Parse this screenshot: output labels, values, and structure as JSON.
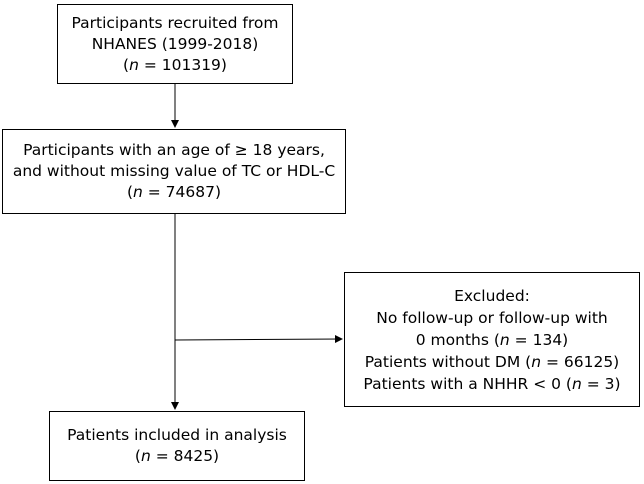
{
  "flowchart": {
    "recruited": {
      "line1": "Participants recruited from",
      "line2": "NHANES (1999-2018)",
      "count_prefix": "(",
      "count_n": "n",
      "count_value": " = 101319)"
    },
    "age_filter": {
      "line1": "Participants with an age of ≥ 18 years,",
      "line2": "and without missing value of TC or HDL-C",
      "count_prefix": "(",
      "count_n": "n",
      "count_value": " = 74687)"
    },
    "excluded": {
      "heading": "Excluded:",
      "item1_line1": "No follow-up or follow-up with",
      "item1_line2_prefix": "0 months (",
      "item1_n": "n",
      "item1_value": " = 134)",
      "item2_prefix": "Patients without DM (",
      "item2_n": "n",
      "item2_value": " = 66125)",
      "item3_prefix": "Patients with a NHHR < 0 (",
      "item3_n": "n",
      "item3_value": " = 3)"
    },
    "included": {
      "line1": "Patients included in analysis",
      "count_prefix": "(",
      "count_n": "n",
      "count_value": " = 8425)"
    }
  }
}
